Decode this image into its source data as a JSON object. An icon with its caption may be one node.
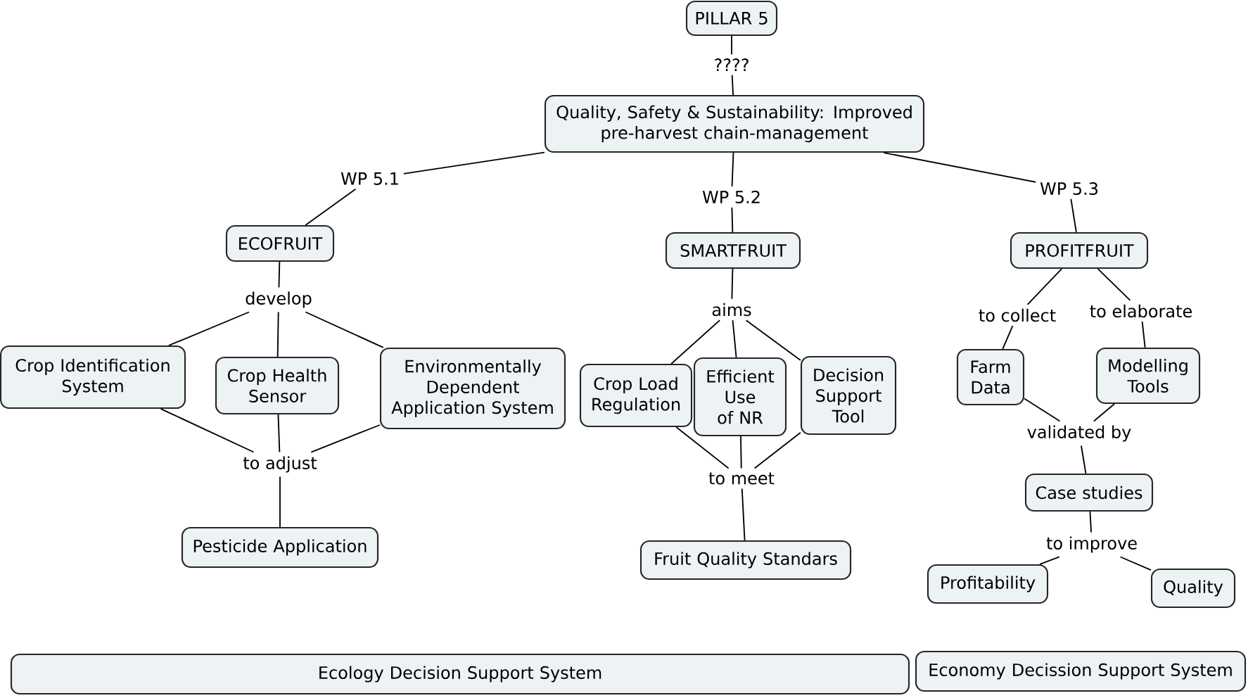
{
  "diagram": {
    "nodes": [
      {
        "text": [
          "PILLAR 5"
        ]
      },
      {
        "text": [
          "????"
        ]
      },
      {
        "text": [
          "Quality, Safety & Sustainability: Improved pre-harvest chain-management"
        ]
      },
      {
        "text": [
          "WP 5.1"
        ]
      },
      {
        "text": [
          "WP 5.2"
        ]
      },
      {
        "text": [
          "WP 5.3"
        ]
      },
      {
        "text": [
          "ECOFRUIT"
        ]
      },
      {
        "text": [
          "SMARTFRUIT"
        ]
      },
      {
        "text": [
          "PROFITFRUIT"
        ]
      },
      {
        "text": [
          "develop"
        ]
      },
      {
        "text": [
          "aims"
        ]
      },
      {
        "text": [
          "to collect"
        ]
      },
      {
        "text": [
          "to elaborate"
        ]
      },
      {
        "text": [
          "Crop Identification System"
        ]
      },
      {
        "text": [
          "Crop Health Sensor"
        ]
      },
      {
        "text": [
          "Environmentally Dependent Application System"
        ]
      },
      {
        "text": [
          "Crop Load Regulation"
        ]
      },
      {
        "text": [
          "Efficient Use of NR"
        ]
      },
      {
        "text": [
          "Decision Support Tool"
        ]
      },
      {
        "text": [
          "Farm Data"
        ]
      },
      {
        "text": [
          "Modelling Tools"
        ]
      },
      {
        "text": [
          "to adjust"
        ]
      },
      {
        "text": [
          "to meet"
        ]
      },
      {
        "text": [
          "validated by"
        ]
      },
      {
        "text": [
          "Case studies"
        ]
      },
      {
        "text": [
          "Pesticide Application"
        ]
      },
      {
        "text": [
          "Fruit Quality Standars"
        ]
      },
      {
        "text": [
          "to improve"
        ]
      },
      {
        "text": [
          "Profitability"
        ]
      },
      {
        "text": [
          "Quality"
        ]
      },
      {
        "text": [
          "Ecology Decision Support System"
        ]
      },
      {
        "text": [
          "Economy Decission Support System"
        ]
      }
    ],
    "edges": [
      {
        "from": 0,
        "to": 1,
        "arrow": "none"
      },
      {
        "from": 1,
        "to": 2,
        "arrow": "none"
      },
      {
        "from": 2,
        "to": 3,
        "arrow": "none"
      },
      {
        "from": 3,
        "to": 6,
        "arrow": "none"
      },
      {
        "from": 2,
        "to": 4,
        "arrow": "none"
      },
      {
        "from": 4,
        "to": 7,
        "arrow": "none"
      },
      {
        "from": 2,
        "to": 5,
        "arrow": "none"
      },
      {
        "from": 5,
        "to": 8,
        "arrow": "none"
      },
      {
        "from": 6,
        "to": 9,
        "arrow": "none"
      },
      {
        "from": 9,
        "to": 13,
        "arrow": "none"
      },
      {
        "from": 9,
        "to": 14,
        "arrow": "none"
      },
      {
        "from": 9,
        "to": 15,
        "arrow": "none"
      },
      {
        "from": 7,
        "to": 10,
        "arrow": "none"
      },
      {
        "from": 10,
        "to": 16,
        "arrow": "none"
      },
      {
        "from": 10,
        "to": 17,
        "arrow": "none"
      },
      {
        "from": 10,
        "to": 18,
        "arrow": "none"
      },
      {
        "from": 8,
        "to": 11,
        "arrow": "none"
      },
      {
        "from": 11,
        "to": 19,
        "arrow": "none"
      },
      {
        "from": 8,
        "to": 12,
        "arrow": "none"
      },
      {
        "from": 12,
        "to": 20,
        "arrow": "none"
      },
      {
        "from": 13,
        "to": 21,
        "arrow": "none"
      },
      {
        "from": 14,
        "to": 21,
        "arrow": "none"
      },
      {
        "from": 15,
        "to": 21,
        "arrow": "none"
      },
      {
        "from": 21,
        "to": 25,
        "arrow": "none"
      },
      {
        "from": 16,
        "to": 22,
        "arrow": "none"
      },
      {
        "from": 17,
        "to": 22,
        "arrow": "none"
      },
      {
        "from": 18,
        "to": 22,
        "arrow": "none"
      },
      {
        "from": 22,
        "to": 26,
        "arrow": "none"
      },
      {
        "from": 19,
        "to": 23,
        "arrow": "none"
      },
      {
        "from": 20,
        "to": 23,
        "arrow": "none"
      },
      {
        "from": 23,
        "to": 24,
        "arrow": "none"
      },
      {
        "from": 24,
        "to": 27,
        "arrow": "none"
      },
      {
        "from": 27,
        "to": 28,
        "arrow": "none"
      },
      {
        "from": 27,
        "to": 29,
        "arrow": "none"
      }
    ]
  }
}
